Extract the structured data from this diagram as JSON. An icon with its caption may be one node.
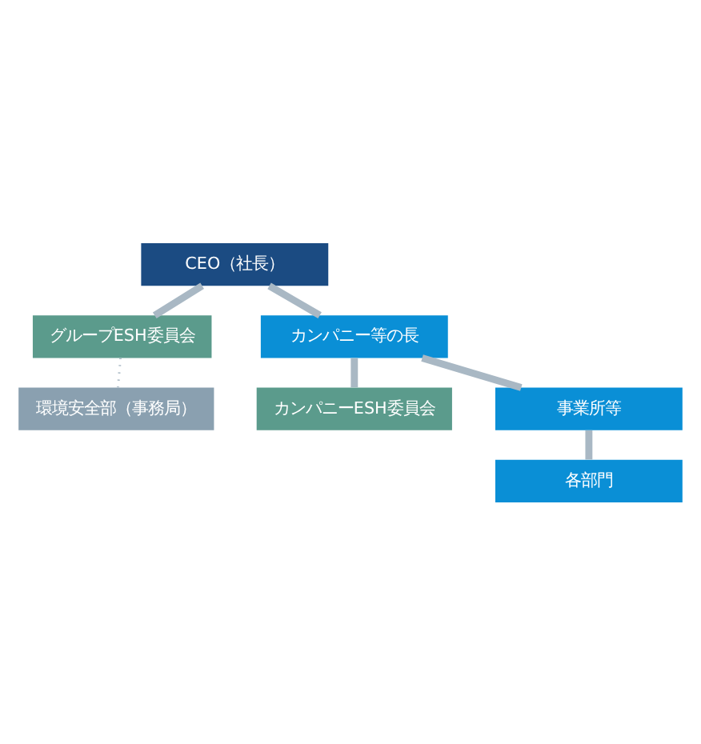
{
  "diagram": {
    "nodes": [
      {
        "text": [
          "CEO（社長）"
        ]
      },
      {
        "text": [
          "グループESH委員会"
        ]
      },
      {
        "text": [
          "環境安全部（事務局）"
        ]
      },
      {
        "text": [
          "カンパニー等の長"
        ]
      },
      {
        "text": [
          "カンパニーESH委員会"
        ]
      },
      {
        "text": [
          "事業所等"
        ]
      },
      {
        "text": [
          "各部門"
        ]
      }
    ],
    "edges": [
      {
        "from": 0,
        "to": 3,
        "arrow": "none"
      },
      {
        "from": 0,
        "to": 1,
        "arrow": "none"
      },
      {
        "from": 1,
        "to": 2,
        "arrow": "none",
        "style": "dashed"
      },
      {
        "from": 3,
        "to": 4,
        "arrow": "none"
      },
      {
        "from": 3,
        "to": 5,
        "arrow": "none"
      },
      {
        "from": 5,
        "to": 6,
        "arrow": "none"
      }
    ]
  }
}
